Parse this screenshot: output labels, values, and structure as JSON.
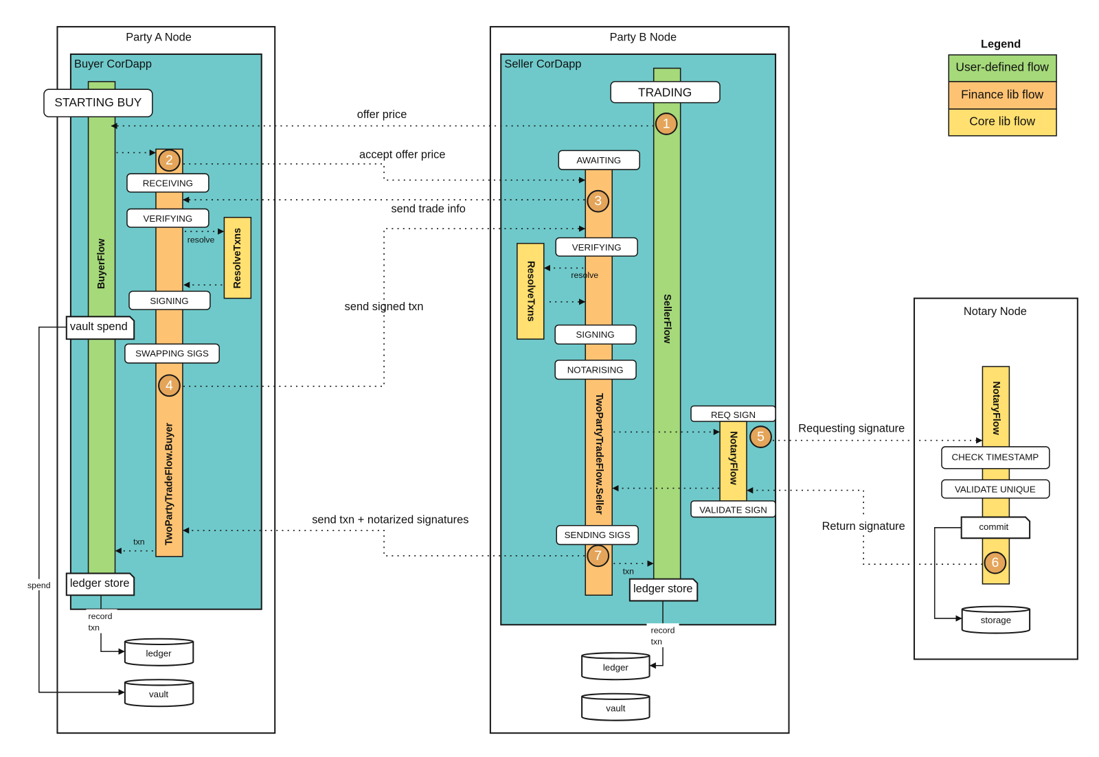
{
  "legend": {
    "title": "Legend",
    "items": [
      {
        "label": "User-defined flow",
        "color": "#A5D97A"
      },
      {
        "label": "Finance lib flow",
        "color": "#FDC373"
      },
      {
        "label": "Core lib flow",
        "color": "#FFE070"
      }
    ]
  },
  "party_a": {
    "title": "Party A Node",
    "cordapp": "Buyer CorDapp",
    "flow": "BuyerFlow",
    "start_state": "STARTING BUY",
    "sub_flow": "TwoPartyTradeFlow.Buyer",
    "states": [
      "RECEIVING",
      "VERIFYING",
      "SIGNING",
      "SWAPPING SIGS"
    ],
    "resolve_flow": "ResolveTxns",
    "resolve_label": "resolve",
    "vault_spend": "vault spend",
    "ledger_store": "ledger store",
    "txn_label": "txn",
    "record_label_1": "record",
    "record_label_2": "txn",
    "spend_label": "spend",
    "db_ledger": "ledger",
    "db_vault": "vault"
  },
  "party_b": {
    "title": "Party B Node",
    "cordapp": "Seller CorDapp",
    "flow": "SellerFlow",
    "start_state": "TRADING",
    "sub_flow": "TwoPartyTradeFlow.Seller",
    "states": [
      "AWAITING",
      "VERIFYING",
      "SIGNING",
      "NOTARISING",
      "SENDING SIGS"
    ],
    "resolve_flow": "ResolveTxns",
    "resolve_label": "resolve",
    "notary_flow": "NotaryFlow",
    "req_sign": "REQ SIGN",
    "validate_sign": "VALIDATE SIGN",
    "ledger_store": "ledger store",
    "txn_label": "txn",
    "record_label_1": "record",
    "record_label_2": "txn",
    "db_ledger": "ledger",
    "db_vault": "vault"
  },
  "notary": {
    "title": "Notary Node",
    "flow": "NotaryFlow",
    "states": [
      "CHECK TIMESTAMP",
      "VALIDATE UNIQUE"
    ],
    "commit": "commit",
    "db_storage": "storage"
  },
  "messages": {
    "offer_price": "offer price",
    "accept_offer_price": "accept offer price",
    "send_trade_info": "send trade info",
    "send_signed_txn": "send signed txn",
    "send_txn_notarized": "send txn + notarized signatures",
    "requesting_signature": "Requesting signature",
    "return_signature": "Return signature"
  },
  "steps": [
    "1",
    "2",
    "3",
    "4",
    "5",
    "6",
    "7"
  ]
}
